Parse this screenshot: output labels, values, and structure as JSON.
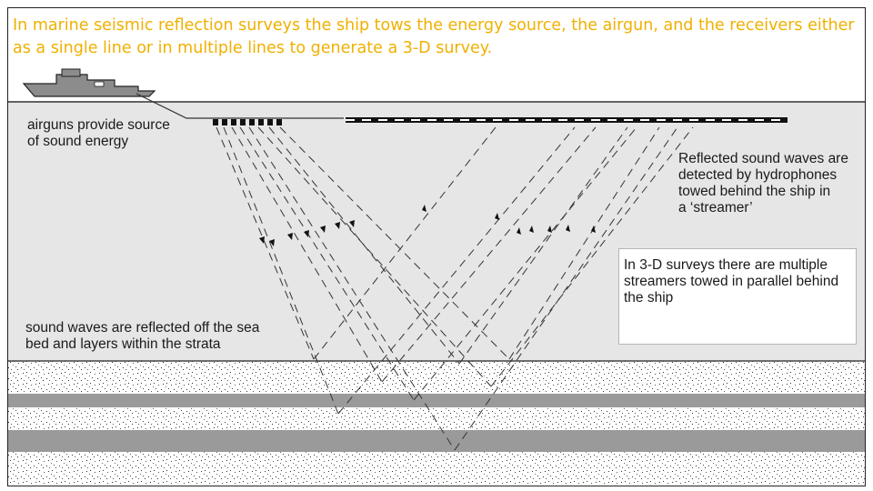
{
  "title": "In marine seismic reflection surveys the ship tows the energy source, the airgun, and the receivers either as a single line or in multiple lines to generate a 3-D survey.",
  "labels": {
    "airguns": "airguns provide source\nof sound energy",
    "reflected": "Reflected sound waves are\ndetected by hydrophones\ntowed behind the ship in\na ‘streamer’",
    "strata": "sound waves are reflected off the sea\nbed and layers within the strata",
    "three_d": "In 3-D surveys there are multiple\nstreamers towed in parallel behind\nthe ship"
  },
  "colors": {
    "title": "#f0b000",
    "water": "#e6e6e6",
    "sediment_band": "#9a9a9a",
    "ship": "#8c8c8c"
  }
}
